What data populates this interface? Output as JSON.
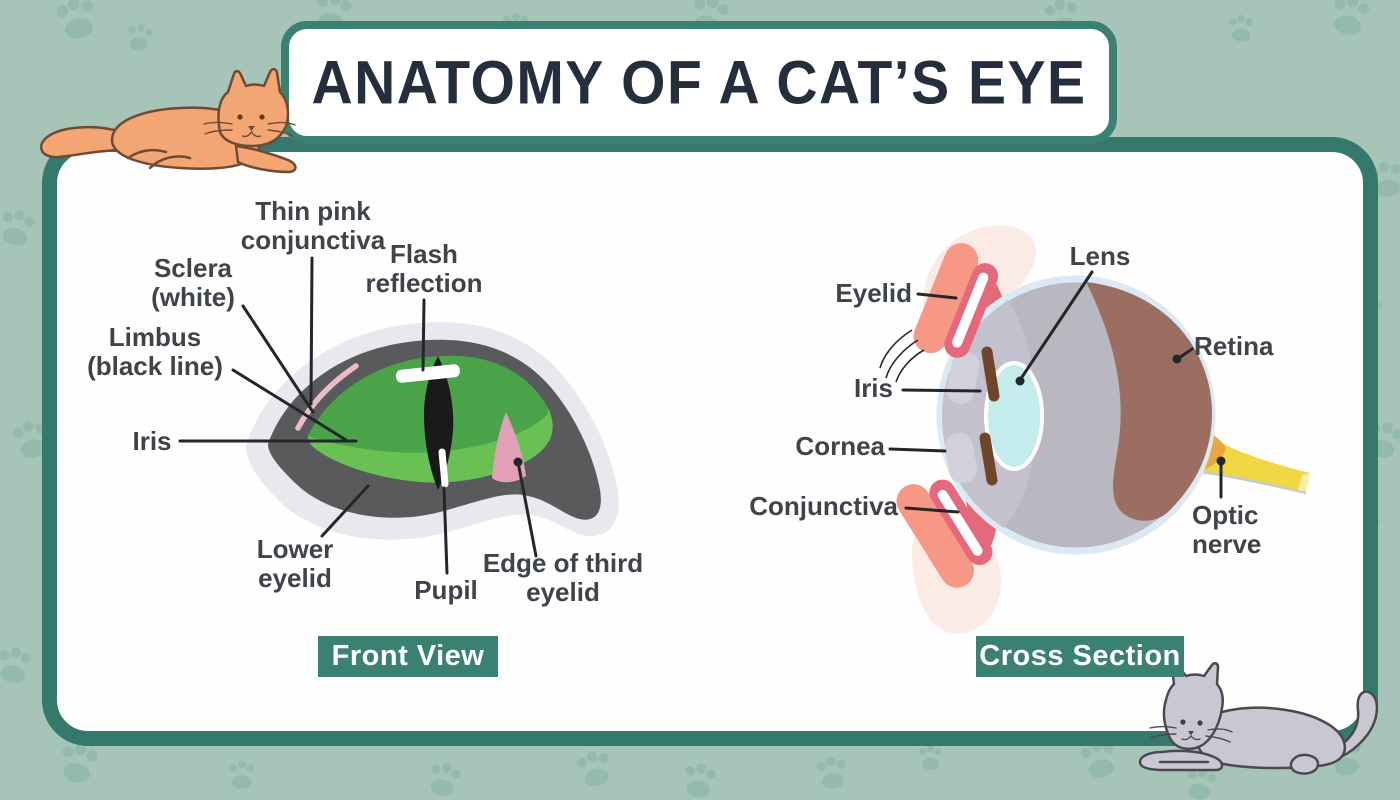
{
  "title": "ANATOMY OF A CAT’S EYE",
  "front_view": {
    "badge_label": "Front View",
    "labels": {
      "conjunctiva": "Thin pink\nconjunctiva",
      "flash": "Flash\nreflection",
      "sclera": "Sclera\n(white)",
      "limbus": "Limbus\n(black line)",
      "iris": "Iris",
      "lower_eyelid": "Lower\neyelid",
      "pupil": "Pupil",
      "third_eyelid": "Edge of third\neyelid"
    }
  },
  "cross_section": {
    "badge_label": "Cross Section",
    "labels": {
      "eyelid": "Eyelid",
      "lens": "Lens",
      "iris": "Iris",
      "retina": "Retina",
      "cornea": "Cornea",
      "conjunctiva": "Conjunctiva",
      "optic_nerve": "Optic\nnerve"
    }
  },
  "colors": {
    "background": "#a6c5b8",
    "paw_print": "#84b1a0",
    "card_border": "#35796d",
    "badge_background": "#3a8173",
    "title_text": "#242e3d",
    "label_text": "#3f444a",
    "iris_green_dark": "#4aa249",
    "iris_green_light": "#69c153",
    "third_eyelid_pink": "#e2a0b6",
    "lens_blue": "#c4ecec",
    "retina_brown": "#9b6e62",
    "optic_nerve_yellow": "#f0d845",
    "eyelid_salmon": "#f79887",
    "conjunctiva_rose": "#e4697b",
    "orange_cat": "#f3a673",
    "gray_cat": "#c9c8d2"
  }
}
